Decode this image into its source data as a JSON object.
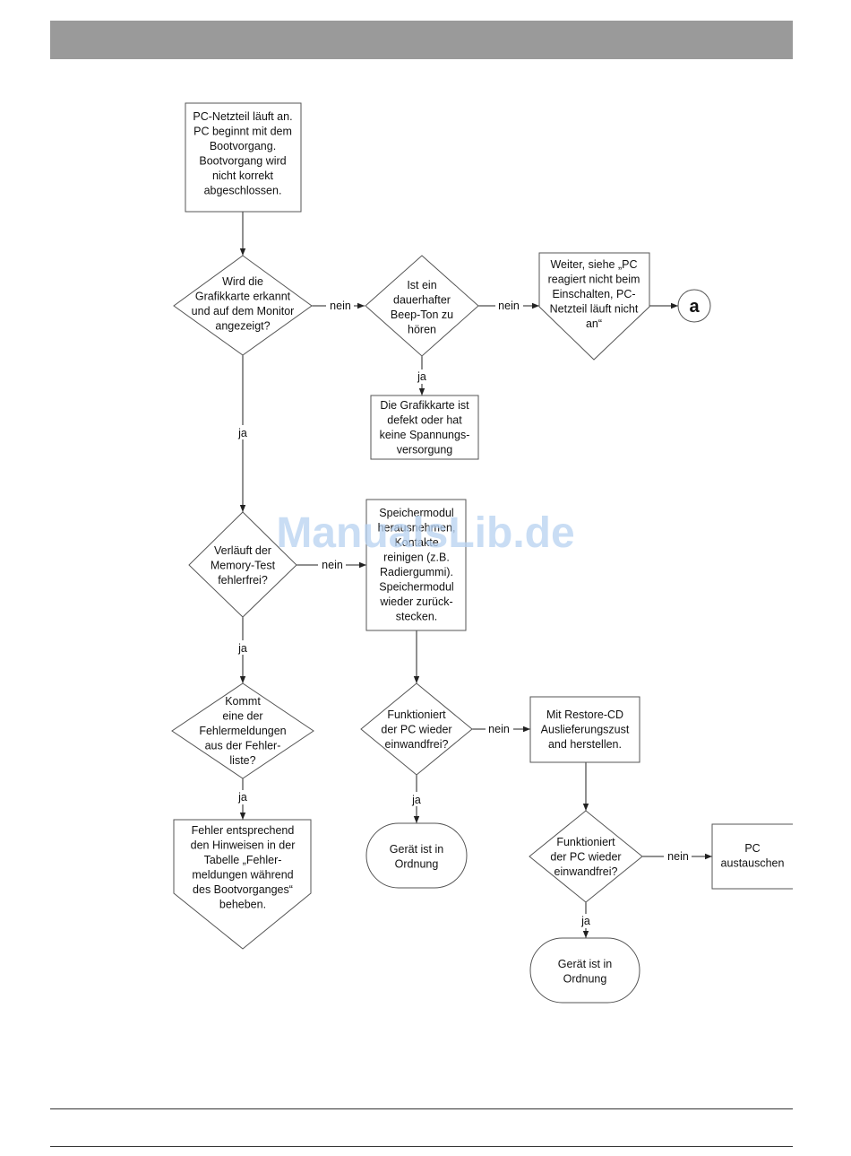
{
  "nodes": {
    "start": [
      "PC-Netzteil läuft an.",
      "PC beginnt mit dem",
      "Bootvorgang.",
      "Bootvorgang wird",
      "nicht korrekt",
      "abgeschlossen."
    ],
    "q_grafik": [
      "Wird die",
      "Grafikkarte erkannt",
      "und auf dem Monitor",
      "angezeigt?"
    ],
    "q_beep": [
      "Ist ein",
      "dauerhafter",
      "Beep-Ton zu",
      "hören"
    ],
    "weiter": [
      "Weiter, siehe „PC",
      "reagiert nicht beim",
      "Einschalten, PC-",
      "Netzteil läuft nicht",
      "an“"
    ],
    "connector": "a",
    "grafik_defekt": [
      "Die Grafikkarte ist",
      "defekt oder hat",
      "keine Spannungs-",
      "versorgung"
    ],
    "q_memory": [
      "Verläuft der",
      "Memory-Test",
      "fehlerfrei?"
    ],
    "speicher": [
      "Speichermodul",
      "herausnehmen,",
      "Kontakte",
      "reinigen (z.B.",
      "Radiergummi).",
      "Speichermodul",
      "wieder zurück-",
      "stecken."
    ],
    "q_fehler": [
      "Kommt",
      "eine der",
      "Fehlermeldungen",
      "aus der Fehler-",
      "liste?"
    ],
    "q_funkt1": [
      "Funktioniert",
      "der PC wieder",
      "einwandfrei?"
    ],
    "restore": [
      "Mit Restore-CD",
      "Auslieferungszust",
      "and herstellen."
    ],
    "fehler_beheben": [
      "Fehler entsprechend",
      "den Hinweisen in der",
      "Tabelle „Fehler-",
      "meldungen während",
      "des Bootvorganges“",
      "beheben."
    ],
    "ok1": [
      "Gerät ist in",
      "Ordnung"
    ],
    "q_funkt2": [
      "Funktioniert",
      "der PC wieder",
      "einwandfrei?"
    ],
    "austauschen": [
      "PC",
      "austauschen"
    ],
    "ok2": [
      "Gerät ist in",
      "Ordnung"
    ]
  },
  "edges": {
    "yes": "ja",
    "no": "nein"
  },
  "watermark": "ManualsLib.de",
  "colors": {
    "header": "#9a9a9a",
    "watermark": "#b7d2f1",
    "shape_border": "#555555"
  }
}
